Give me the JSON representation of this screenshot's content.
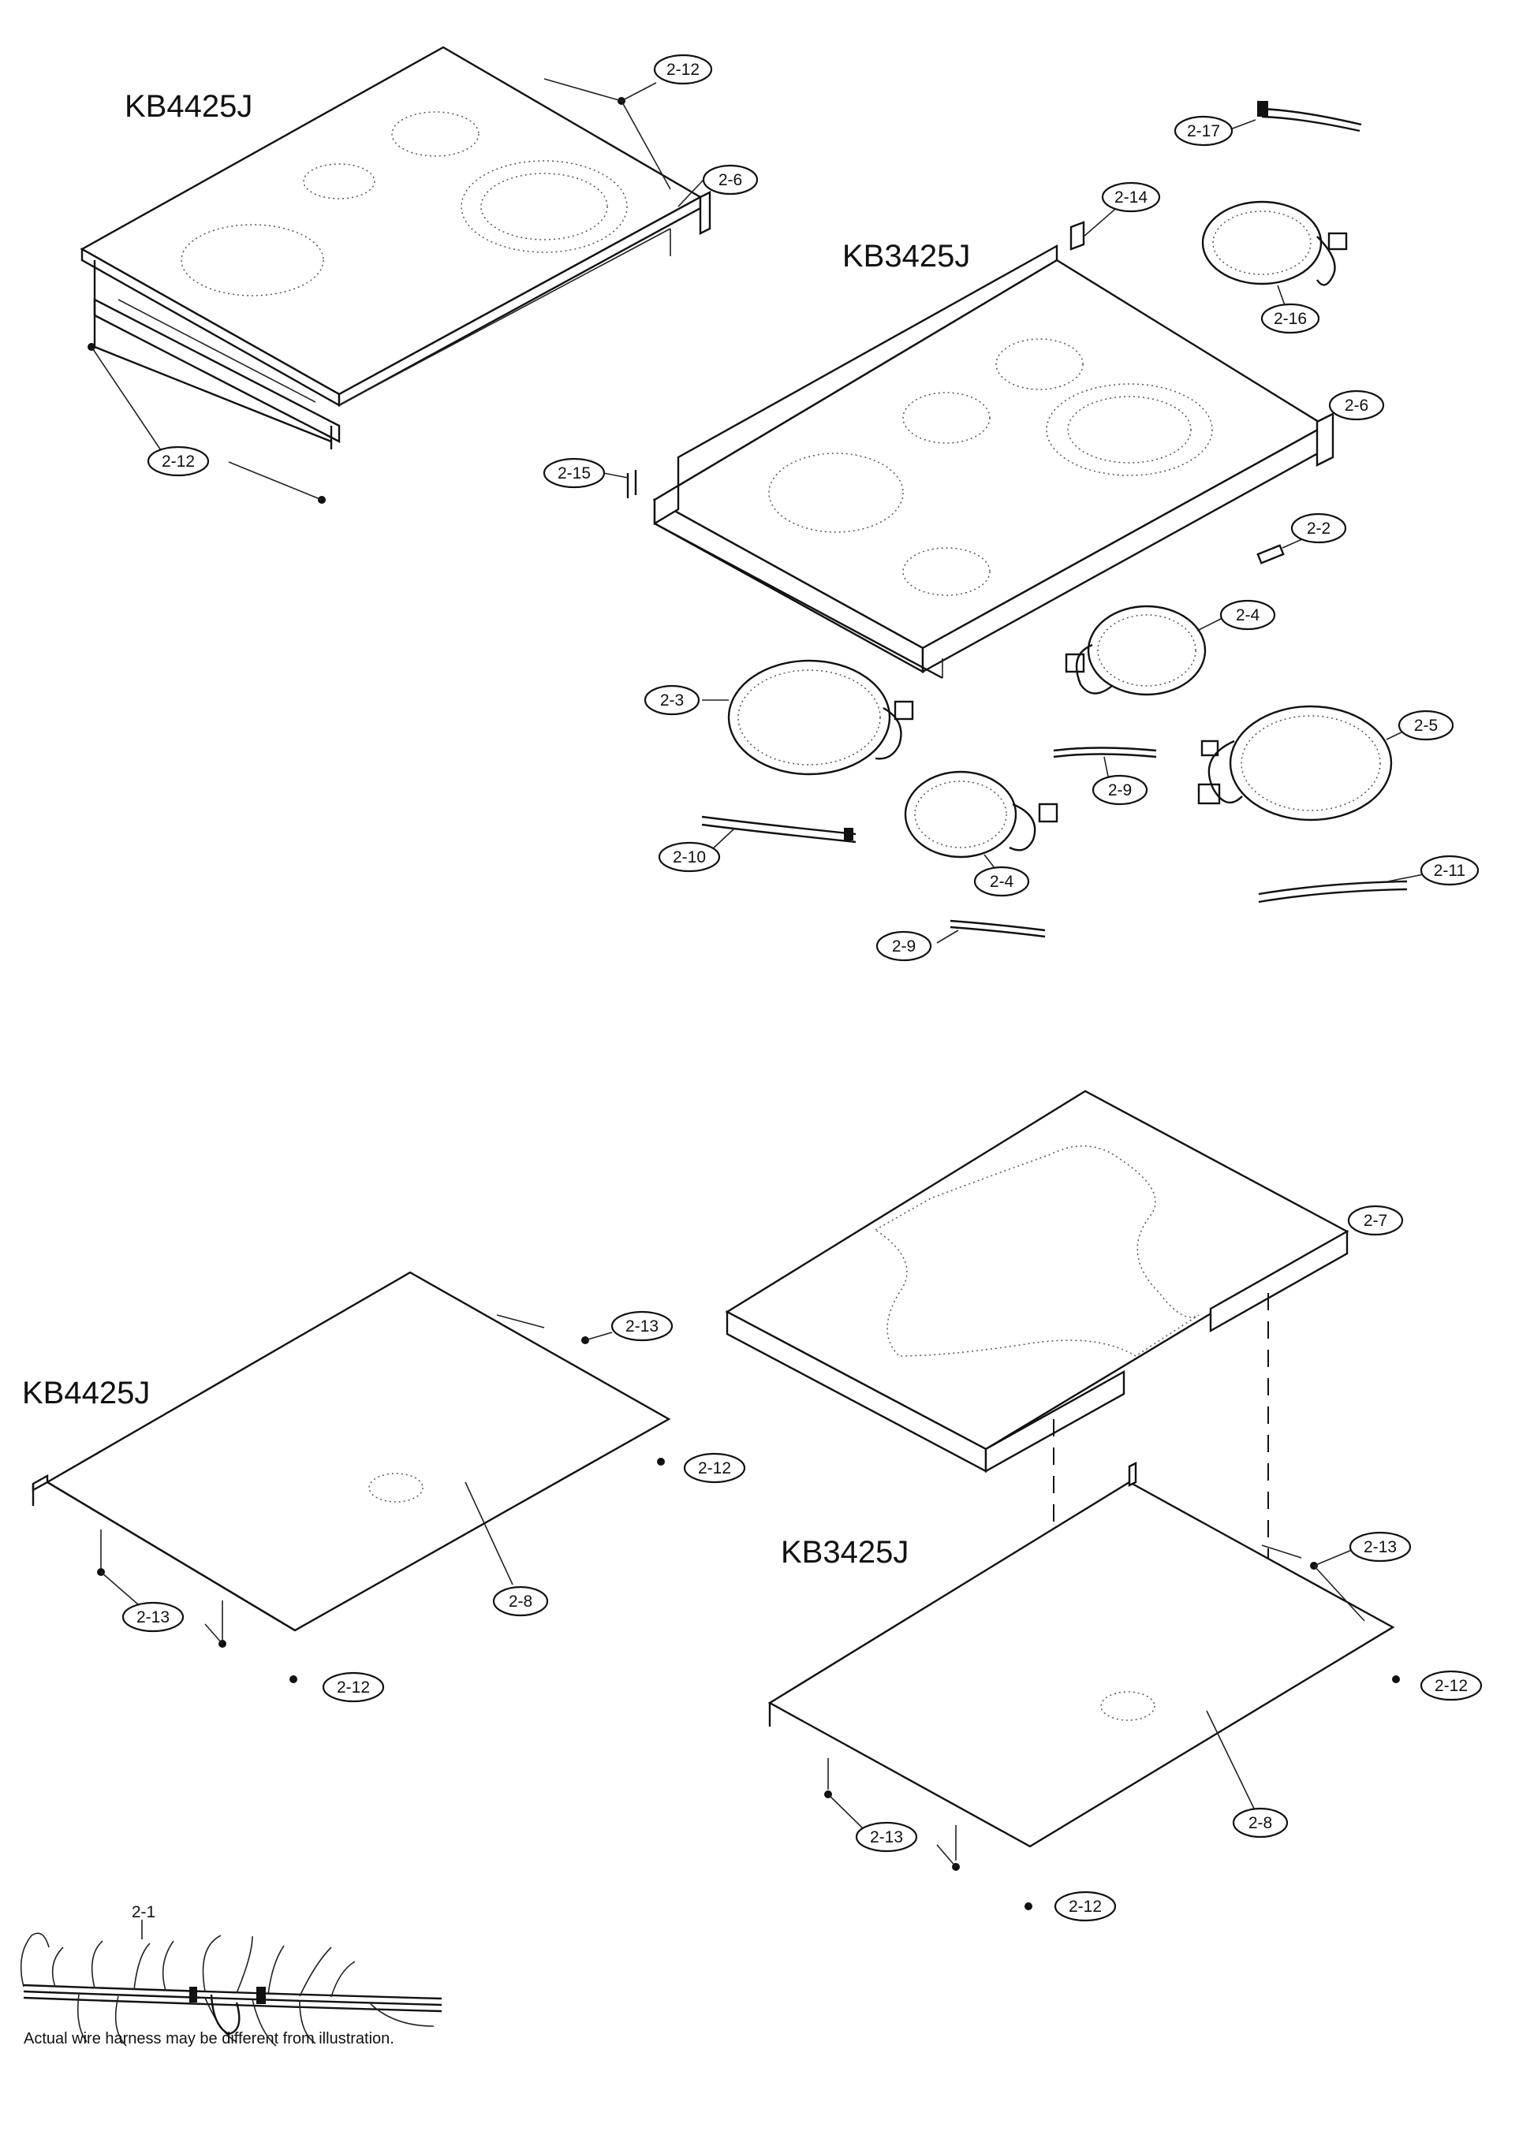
{
  "models": {
    "top_left": "KB4425J",
    "top_right": "KB3425J",
    "bottom_left": "KB4425J",
    "bottom_right": "KB3425J"
  },
  "parts": {
    "p2_1": "2-1",
    "p2_2": "2-2",
    "p2_3": "2-3",
    "p2_4": "2-4",
    "p2_5": "2-5",
    "p2_6": "2-6",
    "p2_7": "2-7",
    "p2_8": "2-8",
    "p2_9": "2-9",
    "p2_10": "2-10",
    "p2_11": "2-11",
    "p2_12": "2-12",
    "p2_13": "2-13",
    "p2_14": "2-14",
    "p2_15": "2-15",
    "p2_16": "2-16",
    "p2_17": "2-17"
  },
  "caption": "Actual wire harness may be different from illustration."
}
